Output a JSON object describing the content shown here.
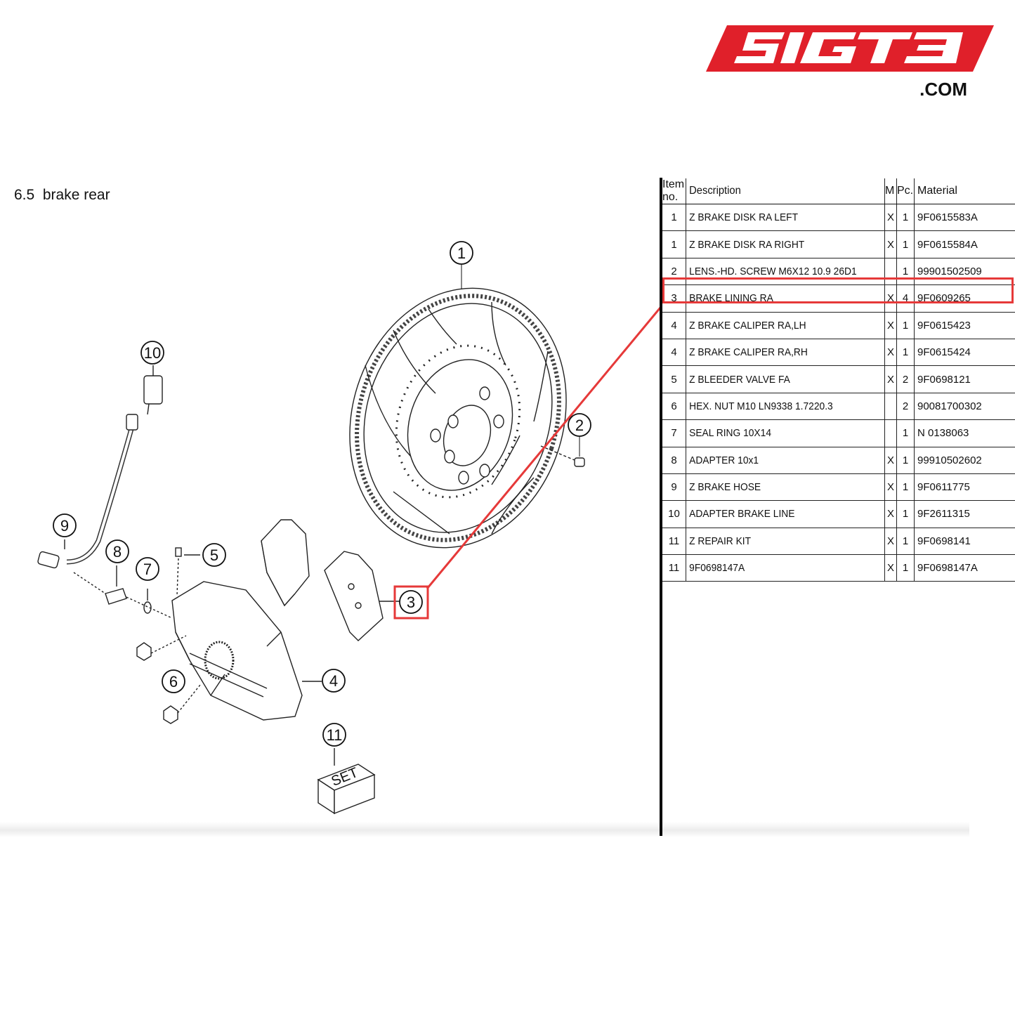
{
  "logo": {
    "brand": "SIGT3",
    "suffix": ".COM",
    "color": "#e0202a"
  },
  "section": {
    "number": "6.5",
    "title": "brake rear",
    "heading": "6.5  brake rear"
  },
  "callouts": {
    "c1": "1",
    "c2": "2",
    "c3": "3",
    "c4": "4",
    "c5": "5",
    "c6": "6",
    "c7": "7",
    "c8": "8",
    "c9": "9",
    "c10": "10",
    "c11": "11",
    "set_label": "SET"
  },
  "table": {
    "headers": {
      "item_no": "Item no.",
      "description": "Description",
      "m": "M",
      "pc": "Pc.",
      "material": "Material"
    },
    "rows": [
      {
        "item": "1",
        "description": "Z BRAKE DISK RA LEFT",
        "m": "X",
        "pc": "1",
        "material": "9F0615583A"
      },
      {
        "item": "1",
        "description": "Z BRAKE DISK RA RIGHT",
        "m": "X",
        "pc": "1",
        "material": "9F0615584A"
      },
      {
        "item": "2",
        "description": "LENS.-HD. SCREW M6X12 10.9 26D1",
        "m": "",
        "pc": "1",
        "material": "99901502509"
      },
      {
        "item": "3",
        "description": "BRAKE LINING RA",
        "m": "X",
        "pc": "4",
        "material": "9F0609265"
      },
      {
        "item": "4",
        "description": "Z BRAKE CALIPER RA,LH",
        "m": "X",
        "pc": "1",
        "material": "9F0615423"
      },
      {
        "item": "4",
        "description": "Z BRAKE CALIPER RA,RH",
        "m": "X",
        "pc": "1",
        "material": "9F0615424"
      },
      {
        "item": "5",
        "description": "Z BLEEDER VALVE FA",
        "m": "X",
        "pc": "2",
        "material": "9F0698121"
      },
      {
        "item": "6",
        "description": "HEX. NUT M10 LN9338 1.7220.3",
        "m": "",
        "pc": "2",
        "material": "90081700302"
      },
      {
        "item": "7",
        "description": "SEAL RING 10X14",
        "m": "",
        "pc": "1",
        "material": "N 0138063"
      },
      {
        "item": "8",
        "description": "ADAPTER 10x1",
        "m": "X",
        "pc": "1",
        "material": "99910502602"
      },
      {
        "item": "9",
        "description": "Z BRAKE HOSE",
        "m": "X",
        "pc": "1",
        "material": "9F0611775"
      },
      {
        "item": "10",
        "description": "ADAPTER BRAKE LINE",
        "m": "X",
        "pc": "1",
        "material": "9F2611315"
      },
      {
        "item": "11",
        "description": "Z REPAIR KIT",
        "m": "X",
        "pc": "1",
        "material": "9F0698141"
      },
      {
        "item": "11",
        "description": "9F0698147A",
        "m": "X",
        "pc": "1",
        "material": "9F0698147A"
      }
    ],
    "highlight_row": 3,
    "highlight_color": "#e63939"
  }
}
